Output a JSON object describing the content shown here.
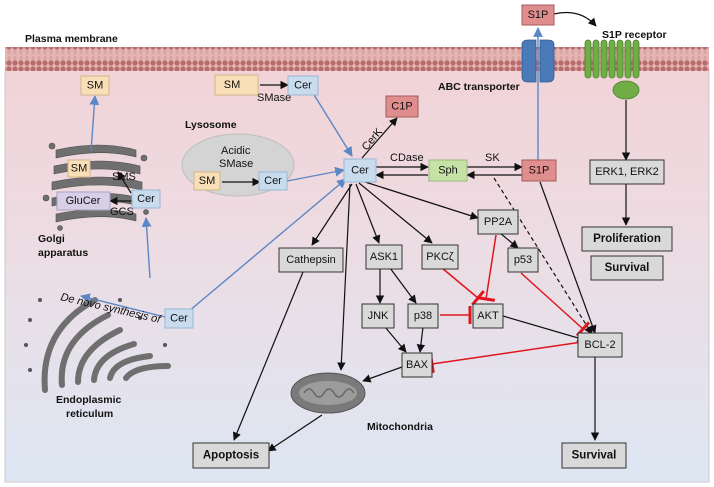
{
  "labels": {
    "plasma_membrane": "Plasma membrane",
    "s1p_receptor": "S1P receptor",
    "abc_transporter": "ABC transporter",
    "lysosome": "Lysosome",
    "acidic_smase_1": "Acidic",
    "acidic_smase_2": "SMase",
    "golgi_1": "Golgi",
    "golgi_2": "apparatus",
    "er_1": "Endoplasmic",
    "er_2": "reticulum",
    "mitochondria": "Mitochondria",
    "de_novo": "De novo synthesis of",
    "sms": "SMS",
    "gcs": "GCS",
    "smase": "SMase",
    "cerk": "CerK",
    "cdase": "CDase",
    "sk": "SK"
  },
  "nodes": {
    "s1p_top": "S1P",
    "sm_left": "SM",
    "sm_top": "SM",
    "cer_top": "Cer",
    "c1p": "C1P",
    "sm_golgi": "SM",
    "glucer": "GluCer",
    "cer_golgi": "Cer",
    "sm_lyso": "SM",
    "cer_lyso": "Cer",
    "cer_center": "Cer",
    "sph": "Sph",
    "s1p_mid": "S1P",
    "erk": "ERK1, ERK2",
    "proliferation": "Proliferation",
    "survival_top": "Survival",
    "pp2a": "PP2A",
    "cathepsin": "Cathepsin",
    "ask1": "ASK1",
    "pkc": "PKCζ",
    "p53": "p53",
    "jnk": "JNK",
    "p38": "p38",
    "akt": "AKT",
    "bax": "BAX",
    "bcl2": "BCL-2",
    "cer_er": "Cer",
    "apoptosis": "Apoptosis",
    "survival_bottom": "Survival"
  },
  "colors": {
    "membrane": "#d98a86",
    "cytoplasm_top": "#f3d9dc",
    "cytoplasm_bottom": "#dfe7f4",
    "blue_arrow": "#5b87c5",
    "red_inhibit": "#e0161e",
    "sm_fill": "#f9dfb8",
    "cer_fill": "#c9dcee",
    "s1p_fill": "#e08d8d",
    "sph_fill": "#c7e2a7",
    "glucer_fill": "#d6cfe6",
    "grey_box": "#d9d9d9",
    "receptor_green": "#70ad47",
    "transporter_blue": "#4a7ab8"
  }
}
